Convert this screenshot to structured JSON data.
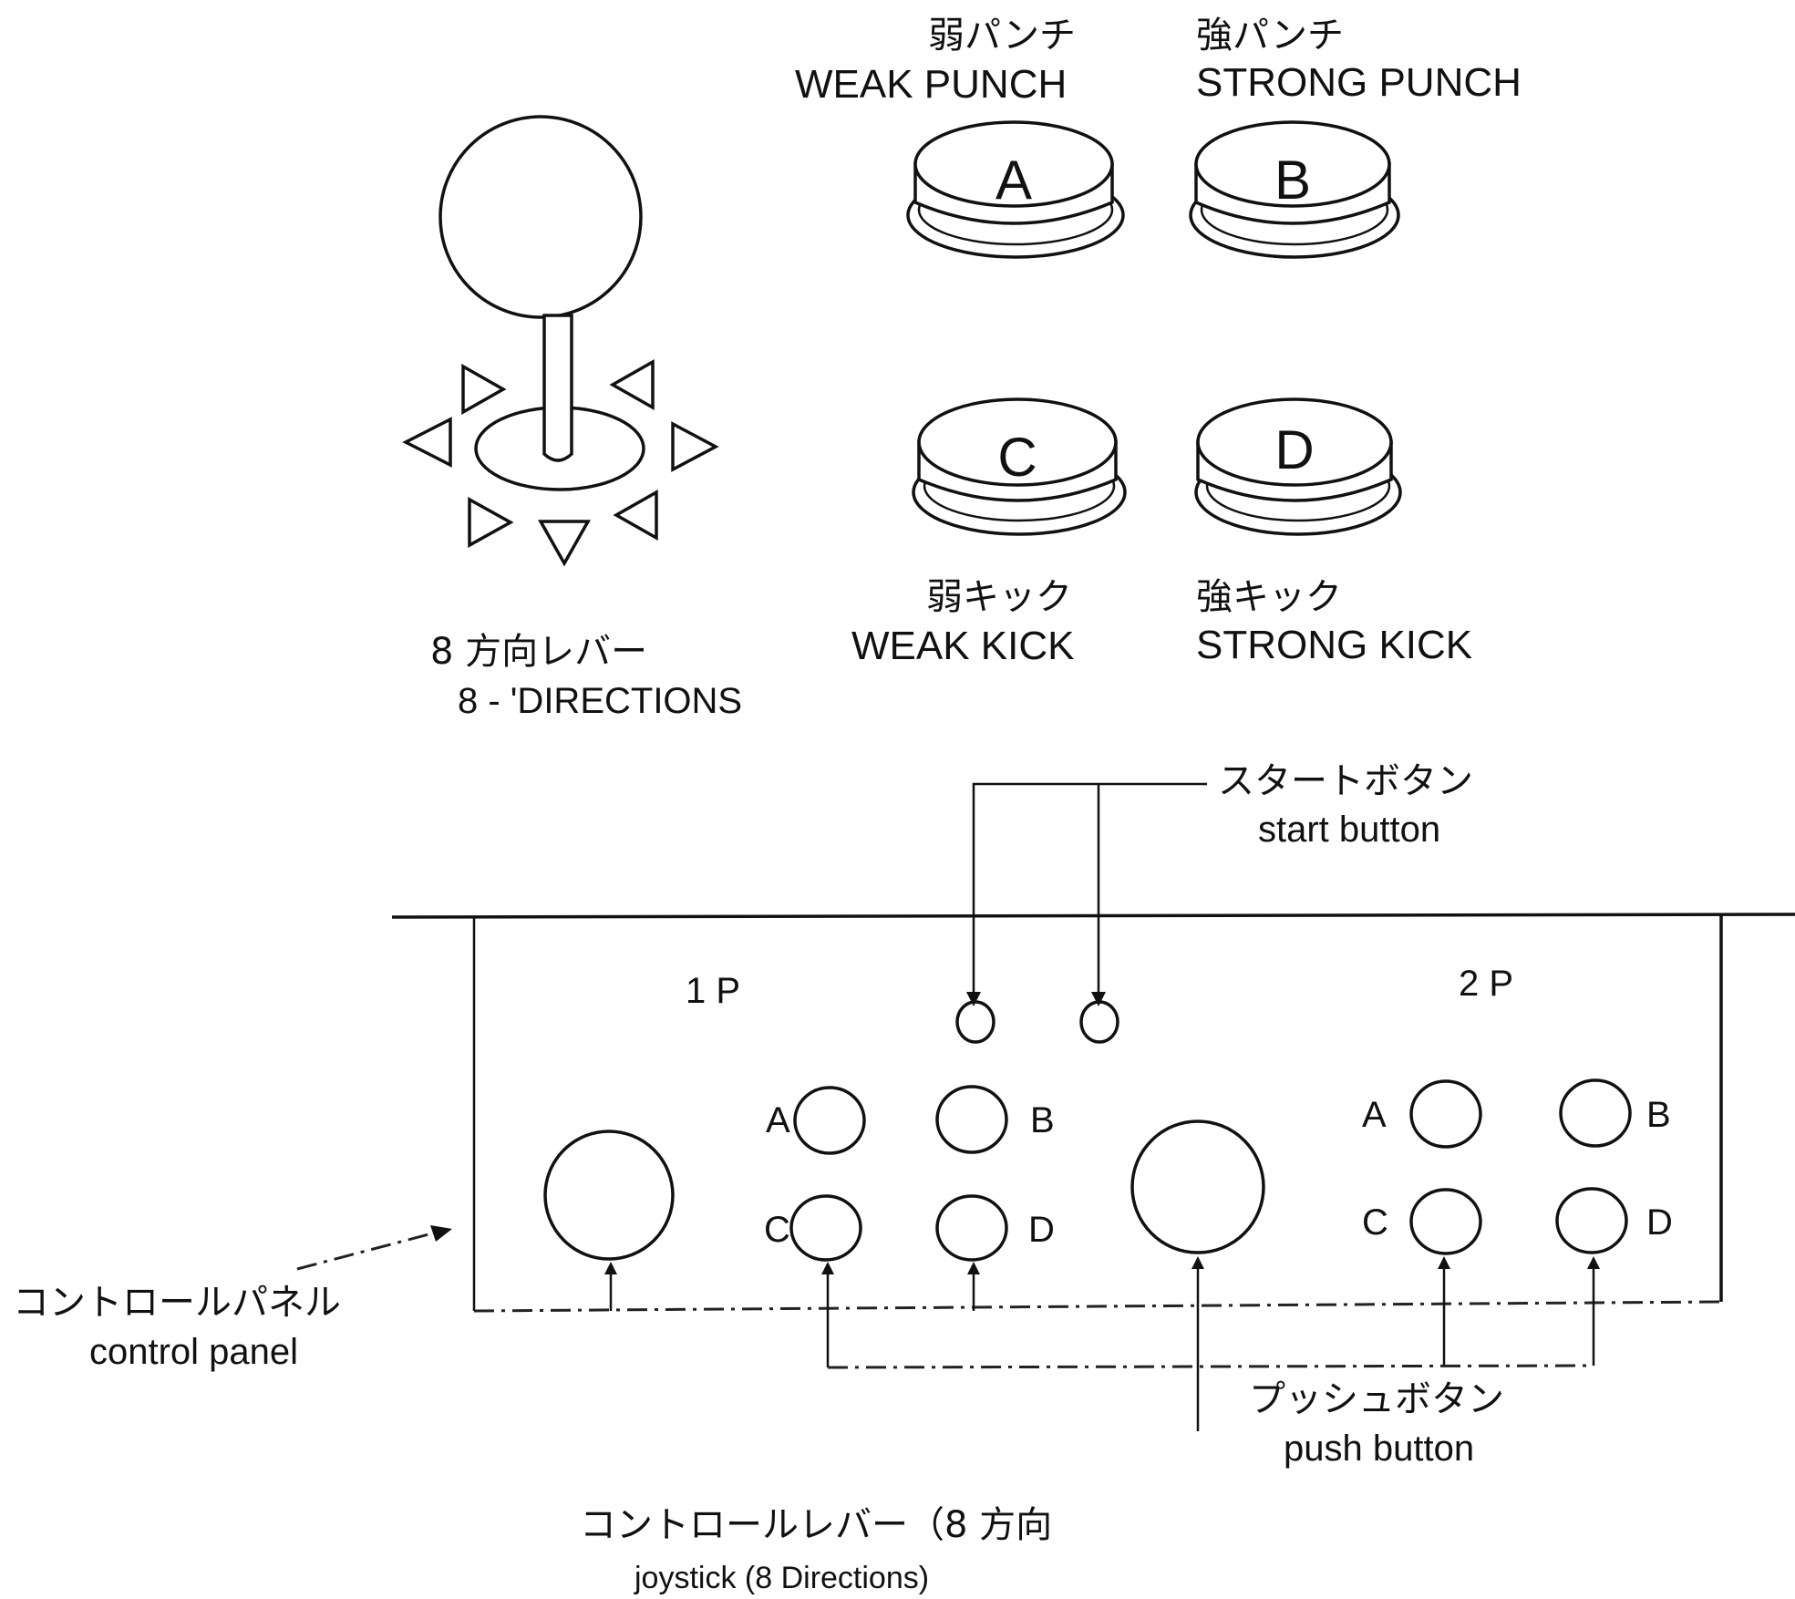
{
  "controls": {
    "joystick": {
      "label_jp": "8 方向レバー",
      "label_en": "8 - 'DIRECTIONS"
    },
    "buttons": [
      {
        "letter": "A",
        "label_jp": "弱パンチ",
        "label_en": "WEAK PUNCH"
      },
      {
        "letter": "B",
        "label_jp": "強パンチ",
        "label_en": "STRONG PUNCH"
      },
      {
        "letter": "C",
        "label_jp": "弱キック",
        "label_en": "WEAK KICK"
      },
      {
        "letter": "D",
        "label_jp": "強キック",
        "label_en": "STRONG KICK"
      }
    ]
  },
  "panel": {
    "start": {
      "label_jp": "スタートボタン",
      "label_en": "start button"
    },
    "player1": "1 P",
    "player2": "2 P",
    "p1_buttons": {
      "a": "A",
      "b": "B",
      "c": "C",
      "d": "D"
    },
    "p2_buttons": {
      "a": "A",
      "b": "B",
      "c": "C",
      "d": "D"
    },
    "control_panel": {
      "label_jp": "コントロールパネル",
      "label_en": "control panel"
    },
    "push": {
      "label_jp": "プッシュボタン",
      "label_en": "push button"
    },
    "lever": {
      "label_jp": "コントロールレバー（8 方向",
      "label_en": "joystick (8 Directions)"
    }
  }
}
